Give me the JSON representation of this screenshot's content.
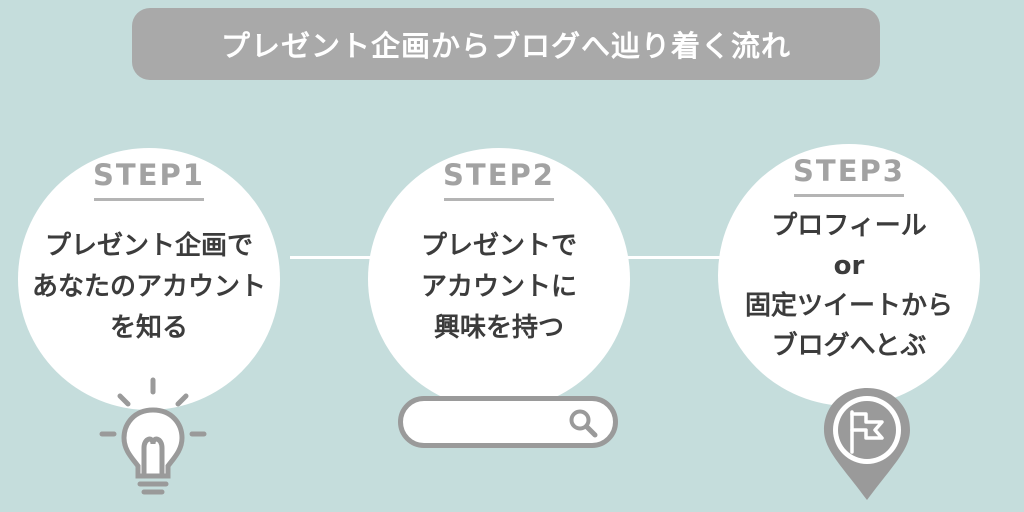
{
  "banner": {
    "title": "プレゼント企画からブログへ辿り着く流れ"
  },
  "steps": [
    {
      "label": "STEP1",
      "lines": [
        "プレゼント企画で",
        "あなたのアカウント",
        "を知る"
      ],
      "icon": "lightbulb-icon"
    },
    {
      "label": "STEP2",
      "lines": [
        "プレゼントで",
        "アカウントに",
        "興味を持つ"
      ],
      "icon": "search-bar-icon"
    },
    {
      "label": "STEP3",
      "lines": [
        "プロフィール",
        "or",
        "固定ツイートから",
        "ブログへとぶ"
      ],
      "icon": "map-pin-flag-icon"
    }
  ],
  "colors": {
    "background": "#c5dddc",
    "banner": "#a9a9a9",
    "circle": "#ffffff",
    "step_label": "#a2a2a2",
    "text": "#3c3c3c",
    "icon": "#9a9a9a"
  }
}
